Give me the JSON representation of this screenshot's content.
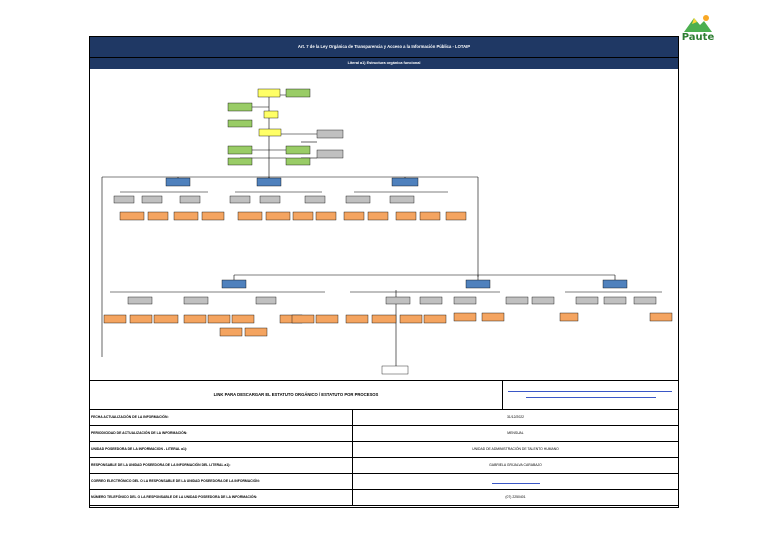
{
  "logo": {
    "text": "Paute",
    "icon": "mountain-logo-icon"
  },
  "header": {
    "title": "Art. 7 de la Ley Orgánica de Transparencia y Acceso a la Información Pública - LOTAIP",
    "subtitle": "Literal a1) Estructura orgánica funcional"
  },
  "colors": {
    "header": "#1f3864",
    "top": "#ffff66",
    "support": "#c0c0c0",
    "leaf": "#f4a460",
    "department": "#4f81bd",
    "link": "#3a57c6"
  },
  "link_row": {
    "label": "LINK PARA DESCARGAR EL ESTATUTO ORGÁNICO / ESTATUTO POR PROCESOS"
  },
  "info": [
    {
      "label": "FECHA ACTUALIZACIÓN DE LA INFORMACIÓN:",
      "value": "31/12/2022"
    },
    {
      "label": "PERIODICIDAD DE ACTUALIZACIÓN DE LA INFORMACIÓN:",
      "value": "MENSUAL"
    },
    {
      "label": "UNIDAD POSEEDORA DE LA INFORMACION - LITERAL a1):",
      "value": "UNIDAD DE ADMINISTRACIÓN DE TALENTO HUMANO"
    },
    {
      "label": "RESPONSABLE DE LA UNIDAD POSEEDORA DE LA INFORMACIÓN DEL LITERAL a1):",
      "value": "GABRIELA GRIJALVA CARABAJO"
    },
    {
      "label": "CORREO ELECTRÓNICO DEL O LA RESPONSABLE DE LA UNIDAD POSEEDORA DE LA INFORMACIÓN:",
      "value": ""
    },
    {
      "label": "NÚMERO TELEFÓNICO DEL O LA RESPONSABLE DE LA UNIDAD POSEEDORA DE LA INFORMACIÓN:",
      "value": "(07) 2250401"
    }
  ]
}
